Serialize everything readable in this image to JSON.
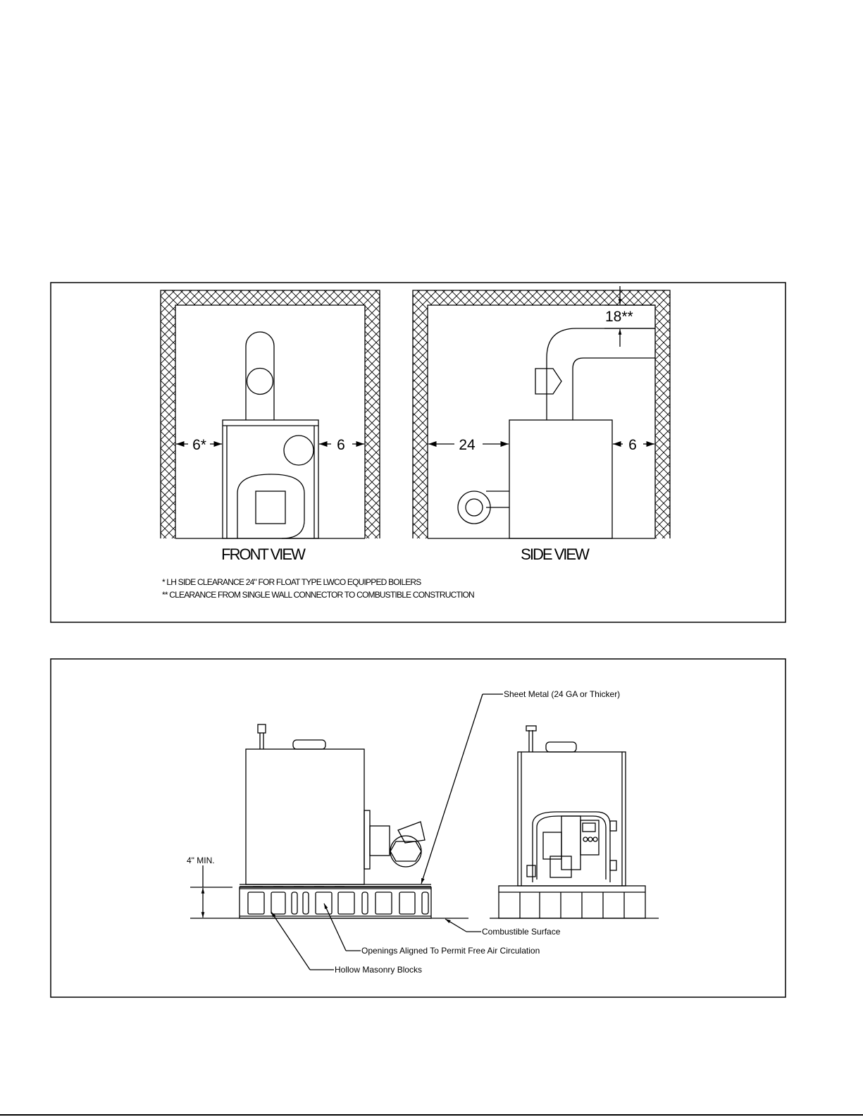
{
  "figure1": {
    "front_view_label": "FRONT VIEW",
    "side_view_label": "SIDE VIEW",
    "front_left_clearance": "6*",
    "front_right_clearance": "6",
    "side_left_clearance": "24",
    "side_right_clearance": "6",
    "top_clearance": "18**",
    "note_1": "* LH SIDE CLEARANCE 24\" FOR FLOAT TYPE LWCO EQUIPPED BOILERS",
    "note_2": "** CLEARANCE FROM SINGLE WALL CONNECTOR TO COMBUSTIBLE CONSTRUCTION"
  },
  "figure2": {
    "sheet_metal": "Sheet Metal (24 GA or Thicker)",
    "height_min": "4\" MIN.",
    "combustible_surface": "Combustible Surface",
    "openings_aligned": "Openings Aligned To Permit Free Air Circulation",
    "hollow_blocks": "Hollow Masonry Blocks"
  }
}
